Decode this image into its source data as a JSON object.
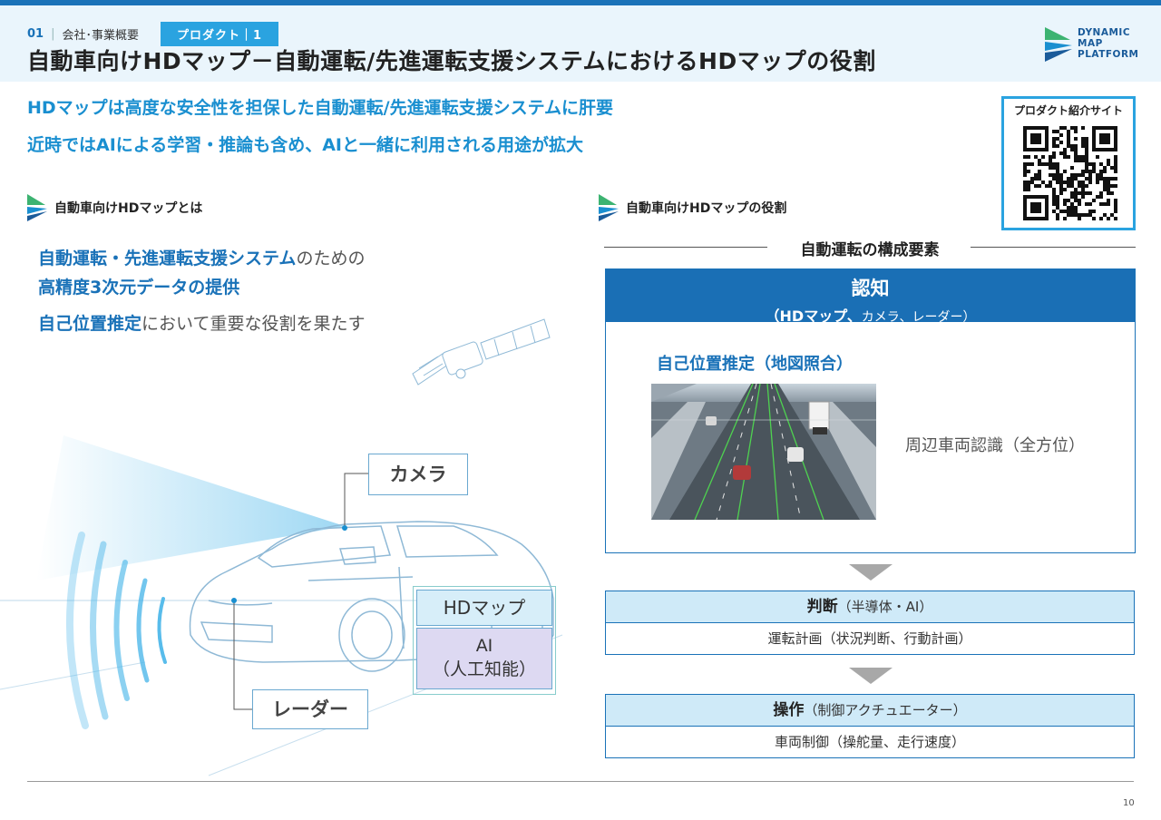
{
  "header": {
    "number": "01",
    "section": "会社･事業概要",
    "tag": "プロダクト｜1",
    "title": "自動車向けHDマップ－自動運転/先進運転支援システムにおけるHDマップの役割"
  },
  "logo": {
    "line1": "DYNAMIC",
    "line2": "MAP",
    "line3": "PLATFORM"
  },
  "lead": {
    "line1": "HDマップは高度な安全性を担保した自動運転/先進運転支援システムに肝要",
    "line2": "近時ではAIによる学習・推論も含め、AIと一緒に利用される用途が拡大"
  },
  "qr": {
    "label": "プロダクト紹介サイト"
  },
  "left": {
    "heading": "自動車向けHDマップとは",
    "p1_hl": "自動運転・先進運転支援システム",
    "p1_rest": "のための",
    "p2_hl": "高精度3次元データの提供",
    "p3_hl": "自己位置推定",
    "p3_rest": "において重要な役割を果たす",
    "camera_label": "カメラ",
    "radar_label": "レーダー",
    "hdmap_label": "HDマップ",
    "ai_line1": "AI",
    "ai_line2": "（人工知能）"
  },
  "right": {
    "heading": "自動車向けHDマップの役割",
    "components_title": "自動運転の構成要素",
    "ninchi": {
      "title": "認知",
      "sub_open": "（",
      "sub_bold": "HDマップ、",
      "sub_rest": "カメラ、レーダー）",
      "self_position": "自己位置推定（地図照合）",
      "surround": "周辺車両認識（全方位）"
    },
    "handan": {
      "title": "判断",
      "sub": "（半導体・AI）",
      "body": "運転計画（状況判断、行動計画）"
    },
    "sousa": {
      "title": "操作",
      "sub": "（制御アクチュエーター）",
      "body": "車両制御（操舵量、走行速度）"
    }
  },
  "footer": {
    "page": "10"
  },
  "colors": {
    "brand_blue": "#1a72b8",
    "accent_cyan": "#2aa3e0",
    "light_blue": "#cfeaf8",
    "ai_purple": "#ddd9f2"
  }
}
